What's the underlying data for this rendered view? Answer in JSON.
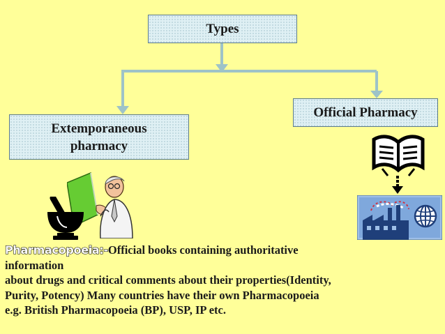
{
  "diagram": {
    "root": "Types",
    "left_branch": [
      "Extemporaneous",
      "pharmacy"
    ],
    "right_branch": "Official Pharmacy"
  },
  "definition": {
    "term": "Pharmacopoeia:-",
    "lines": [
      "Official books containing authoritative",
      "information",
      "about drugs and critical comments about their properties(Identity,",
      "Purity, Potency) Many countries have their own Pharmacopoeia",
      "e.g. British Pharmacopoeia (BP), USP, IP etc."
    ]
  },
  "colors": {
    "background": "#ffff99",
    "box_fill": "#dff0f4",
    "connector": "#9ec3c8"
  },
  "icons": [
    "mortar-pestle-icon",
    "pharmacist-clipart-icon",
    "open-book-icon",
    "factory-globe-icon"
  ]
}
